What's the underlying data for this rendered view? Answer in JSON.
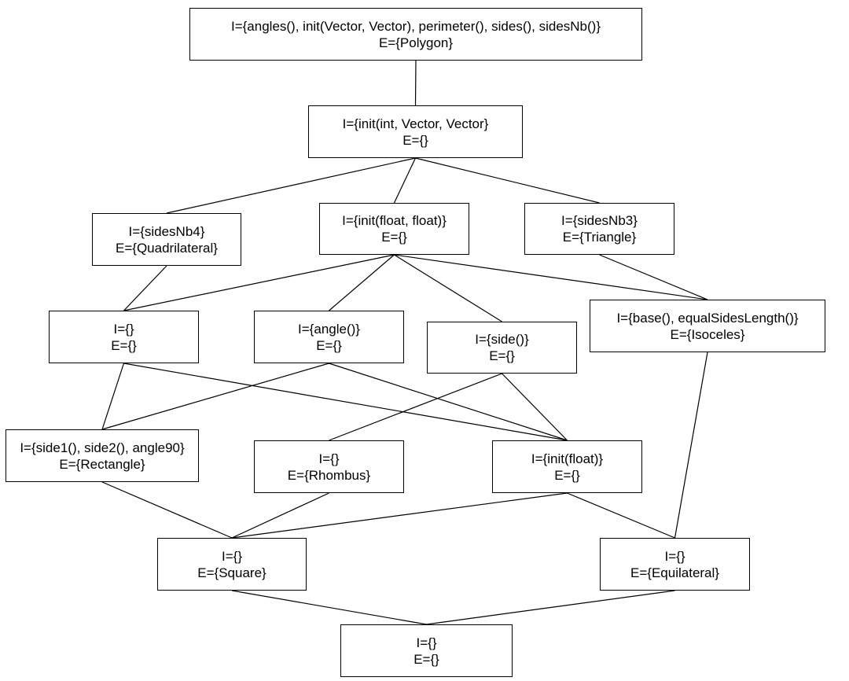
{
  "nodes": {
    "polygon": {
      "intent": "I={angles(), init(Vector, Vector), perimeter(), sides(), sidesNb()}",
      "extent": "E={Polygon}"
    },
    "init3": {
      "intent": "I={init(int, Vector, Vector}",
      "extent": "E={}"
    },
    "quadrilateral": {
      "intent": "I={sidesNb4}",
      "extent": "E={Quadrilateral}"
    },
    "initff": {
      "intent": "I={init(float, float)}",
      "extent": "E={}"
    },
    "triangle": {
      "intent": "I={sidesNb3}",
      "extent": "E={Triangle}"
    },
    "empty1": {
      "intent": "I={}",
      "extent": "E={}"
    },
    "angle": {
      "intent": "I={angle()}",
      "extent": "E={}"
    },
    "side": {
      "intent": "I={side()}",
      "extent": "E={}"
    },
    "isoceles": {
      "intent": "I={base(), equalSidesLength()}",
      "extent": "E={Isoceles}"
    },
    "rectangle": {
      "intent": "I={side1(), side2(), angle90}",
      "extent": "E={Rectangle}"
    },
    "rhombus": {
      "intent": "I={}",
      "extent": "E={Rhombus}"
    },
    "initf": {
      "intent": "I={init(float)}",
      "extent": "E={}"
    },
    "square": {
      "intent": "I={}",
      "extent": "E={Square}"
    },
    "equilateral": {
      "intent": "I={}",
      "extent": "E={Equilateral}"
    },
    "bottom": {
      "intent": "I={}",
      "extent": "E={}"
    }
  },
  "edges": [
    [
      "polygon",
      "init3"
    ],
    [
      "init3",
      "quadrilateral"
    ],
    [
      "init3",
      "initff"
    ],
    [
      "init3",
      "triangle"
    ],
    [
      "quadrilateral",
      "empty1"
    ],
    [
      "initff",
      "empty1"
    ],
    [
      "initff",
      "angle"
    ],
    [
      "initff",
      "side"
    ],
    [
      "initff",
      "isoceles"
    ],
    [
      "triangle",
      "isoceles"
    ],
    [
      "empty1",
      "rectangle"
    ],
    [
      "empty1",
      "initf"
    ],
    [
      "angle",
      "rectangle"
    ],
    [
      "angle",
      "initf"
    ],
    [
      "side",
      "rhombus"
    ],
    [
      "side",
      "initf"
    ],
    [
      "isoceles",
      "equilateral"
    ],
    [
      "rectangle",
      "square"
    ],
    [
      "rhombus",
      "square"
    ],
    [
      "initf",
      "square"
    ],
    [
      "initf",
      "equilateral"
    ],
    [
      "square",
      "bottom"
    ],
    [
      "equilateral",
      "bottom"
    ]
  ]
}
